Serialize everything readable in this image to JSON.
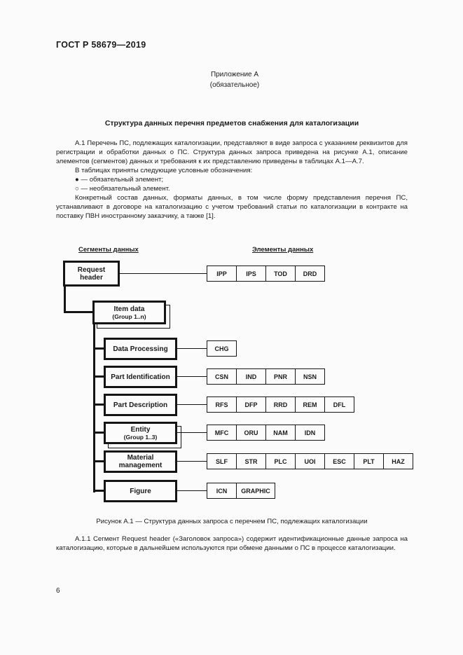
{
  "page": {
    "doc_number": "ГОСТ Р 58679—2019",
    "appendix_title": "Приложение А",
    "appendix_subtitle": "(обязательное)",
    "section_title": "Структура данных перечня предметов снабжения для каталогизации",
    "page_number": "6"
  },
  "paragraphs": {
    "a1": "А.1  Перечень ПС, подлежащих каталогизации, представляют в виде запроса с указанием реквизитов для регистрации и обработки данных о ПС. Структура данных запроса приведена на рисунке А.1, описание элементов (сегментов) данных и требования к их представлению приведены в таблицах А.1—А.7.",
    "legend_intro": "В таблицах приняты следующие условные обозначения:",
    "legend_required": "● — обязательный элемент;",
    "legend_optional": "○ — необязательный элемент.",
    "contract": "Конкретный состав данных, форматы данных, в том числе форму представления перечня ПС, устанавливают в договоре на каталогизацию с учетом требований статьи по каталогизации в контракте на поставку ПВН иностранному заказчику, а также [1].",
    "figure_caption": "Рисунок А.1 — Структура данных запроса с перечнем ПС, подлежащих каталогизации",
    "a11": "А.1.1  Сегмент Request header («Заголовок запроса») содержит идентификационные данные запроса на каталогизацию, которые в дальнейшем используются при обмене данными о ПС в процессе каталогизации."
  },
  "diagram": {
    "left_header": "Сегменты данных",
    "right_header": "Элементы данных",
    "root": {
      "label": "Request header",
      "elements": [
        "IPP",
        "IPS",
        "TOD",
        "DRD"
      ]
    },
    "group": {
      "label": "Item data",
      "sublabel": "(Group 1..n)"
    },
    "rows": [
      {
        "label": "Data Processing",
        "sublabel": "",
        "shadow": false,
        "elements": [
          "CHG"
        ]
      },
      {
        "label": "Part Identification",
        "sublabel": "",
        "shadow": false,
        "elements": [
          "CSN",
          "IND",
          "PNR",
          "NSN"
        ]
      },
      {
        "label": "Part Description",
        "sublabel": "",
        "shadow": false,
        "elements": [
          "RFS",
          "DFP",
          "RRD",
          "REM",
          "DFL"
        ]
      },
      {
        "label": "Entity",
        "sublabel": "(Group 1..3)",
        "shadow": true,
        "elements": [
          "MFC",
          "ORU",
          "NAM",
          "IDN"
        ]
      },
      {
        "label": "Material management",
        "sublabel": "",
        "shadow": false,
        "elements": [
          "SLF",
          "STR",
          "PLC",
          "UOI",
          "ESC",
          "PLT",
          "HAZ"
        ]
      },
      {
        "label": "Figure",
        "sublabel": "",
        "shadow": false,
        "elements": [
          "ICN",
          "GRAPHIC"
        ]
      }
    ]
  }
}
